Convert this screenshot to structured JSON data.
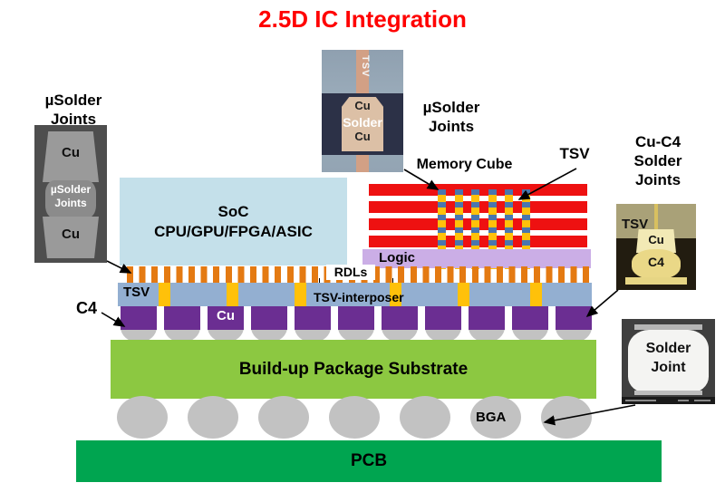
{
  "title": "2.5D IC Integration",
  "left_inset": {
    "caption": "µSolder\nJoints",
    "cu_top": "Cu",
    "joint": "µSolder\nJoints",
    "cu_bottom": "Cu"
  },
  "top_inset": {
    "tsv": "TSV",
    "cu_top": "Cu",
    "solder": "Solder",
    "cu_bottom": "Cu",
    "caption": "µSolder\nJoints"
  },
  "soc": {
    "line1": "SoC",
    "line2": "CPU/GPU/FPGA/ASIC"
  },
  "labels": {
    "memory_cube": "Memory Cube",
    "tsv_top": "TSV",
    "logic": "Logic",
    "rdls": "RDLs",
    "tsv_left": "TSV",
    "tsv_interposer": "TSV-interposer",
    "c4": "C4",
    "cu_bump": "Cu",
    "substrate": "Build-up Package Substrate",
    "bga": "BGA",
    "pcb": "PCB"
  },
  "cuc4_inset": {
    "caption": "Cu-C4\nSolder\nJoints",
    "tsv": "TSV",
    "cu": "Cu",
    "c4": "C4"
  },
  "solder_inset": {
    "label": "Solder\nJoint"
  },
  "structure": {
    "memory_die_count": 4,
    "memory_tsv_columns": 6,
    "interposer_tsv_count": 6,
    "c4_bump_count": 11,
    "bga_ball_count": 7
  },
  "colors": {
    "title_red": "#FF0000",
    "memory_die_red": "#EE1111",
    "soc_blue": "#C4E0EA",
    "logic_purple": "#CBAEE6",
    "interposer_blue": "#93AFD1",
    "tsv_yellow": "#FFC10A",
    "tsv_blue_segment": "#4A76AE",
    "microbump_orange": "#E47A12",
    "c4_purple": "#6B2E92",
    "solder_gray": "#C2C2C2",
    "substrate_green": "#8CC841",
    "pcb_green": "#00A550"
  }
}
